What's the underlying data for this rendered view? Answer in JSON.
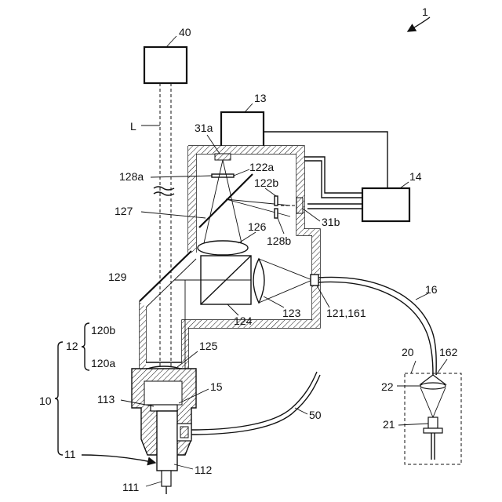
{
  "labels": {
    "l1": "1",
    "l40": "40",
    "l13": "13",
    "l14": "14",
    "lL": "L",
    "l31a": "31a",
    "l122a": "122a",
    "l122b": "122b",
    "l128a": "128a",
    "l127": "127",
    "l31b": "31b",
    "l128b": "128b",
    "l126": "126",
    "l129": "129",
    "l123": "123",
    "l121_161": "121,161",
    "l16": "16",
    "l124": "124",
    "l120b": "120b",
    "l12": "12",
    "l120a": "120a",
    "l125": "125",
    "l20": "20",
    "l162": "162",
    "l10": "10",
    "l113": "113",
    "l15": "15",
    "l22": "22",
    "l50": "50",
    "l21": "21",
    "l11": "11",
    "l112": "112",
    "l111": "111"
  }
}
